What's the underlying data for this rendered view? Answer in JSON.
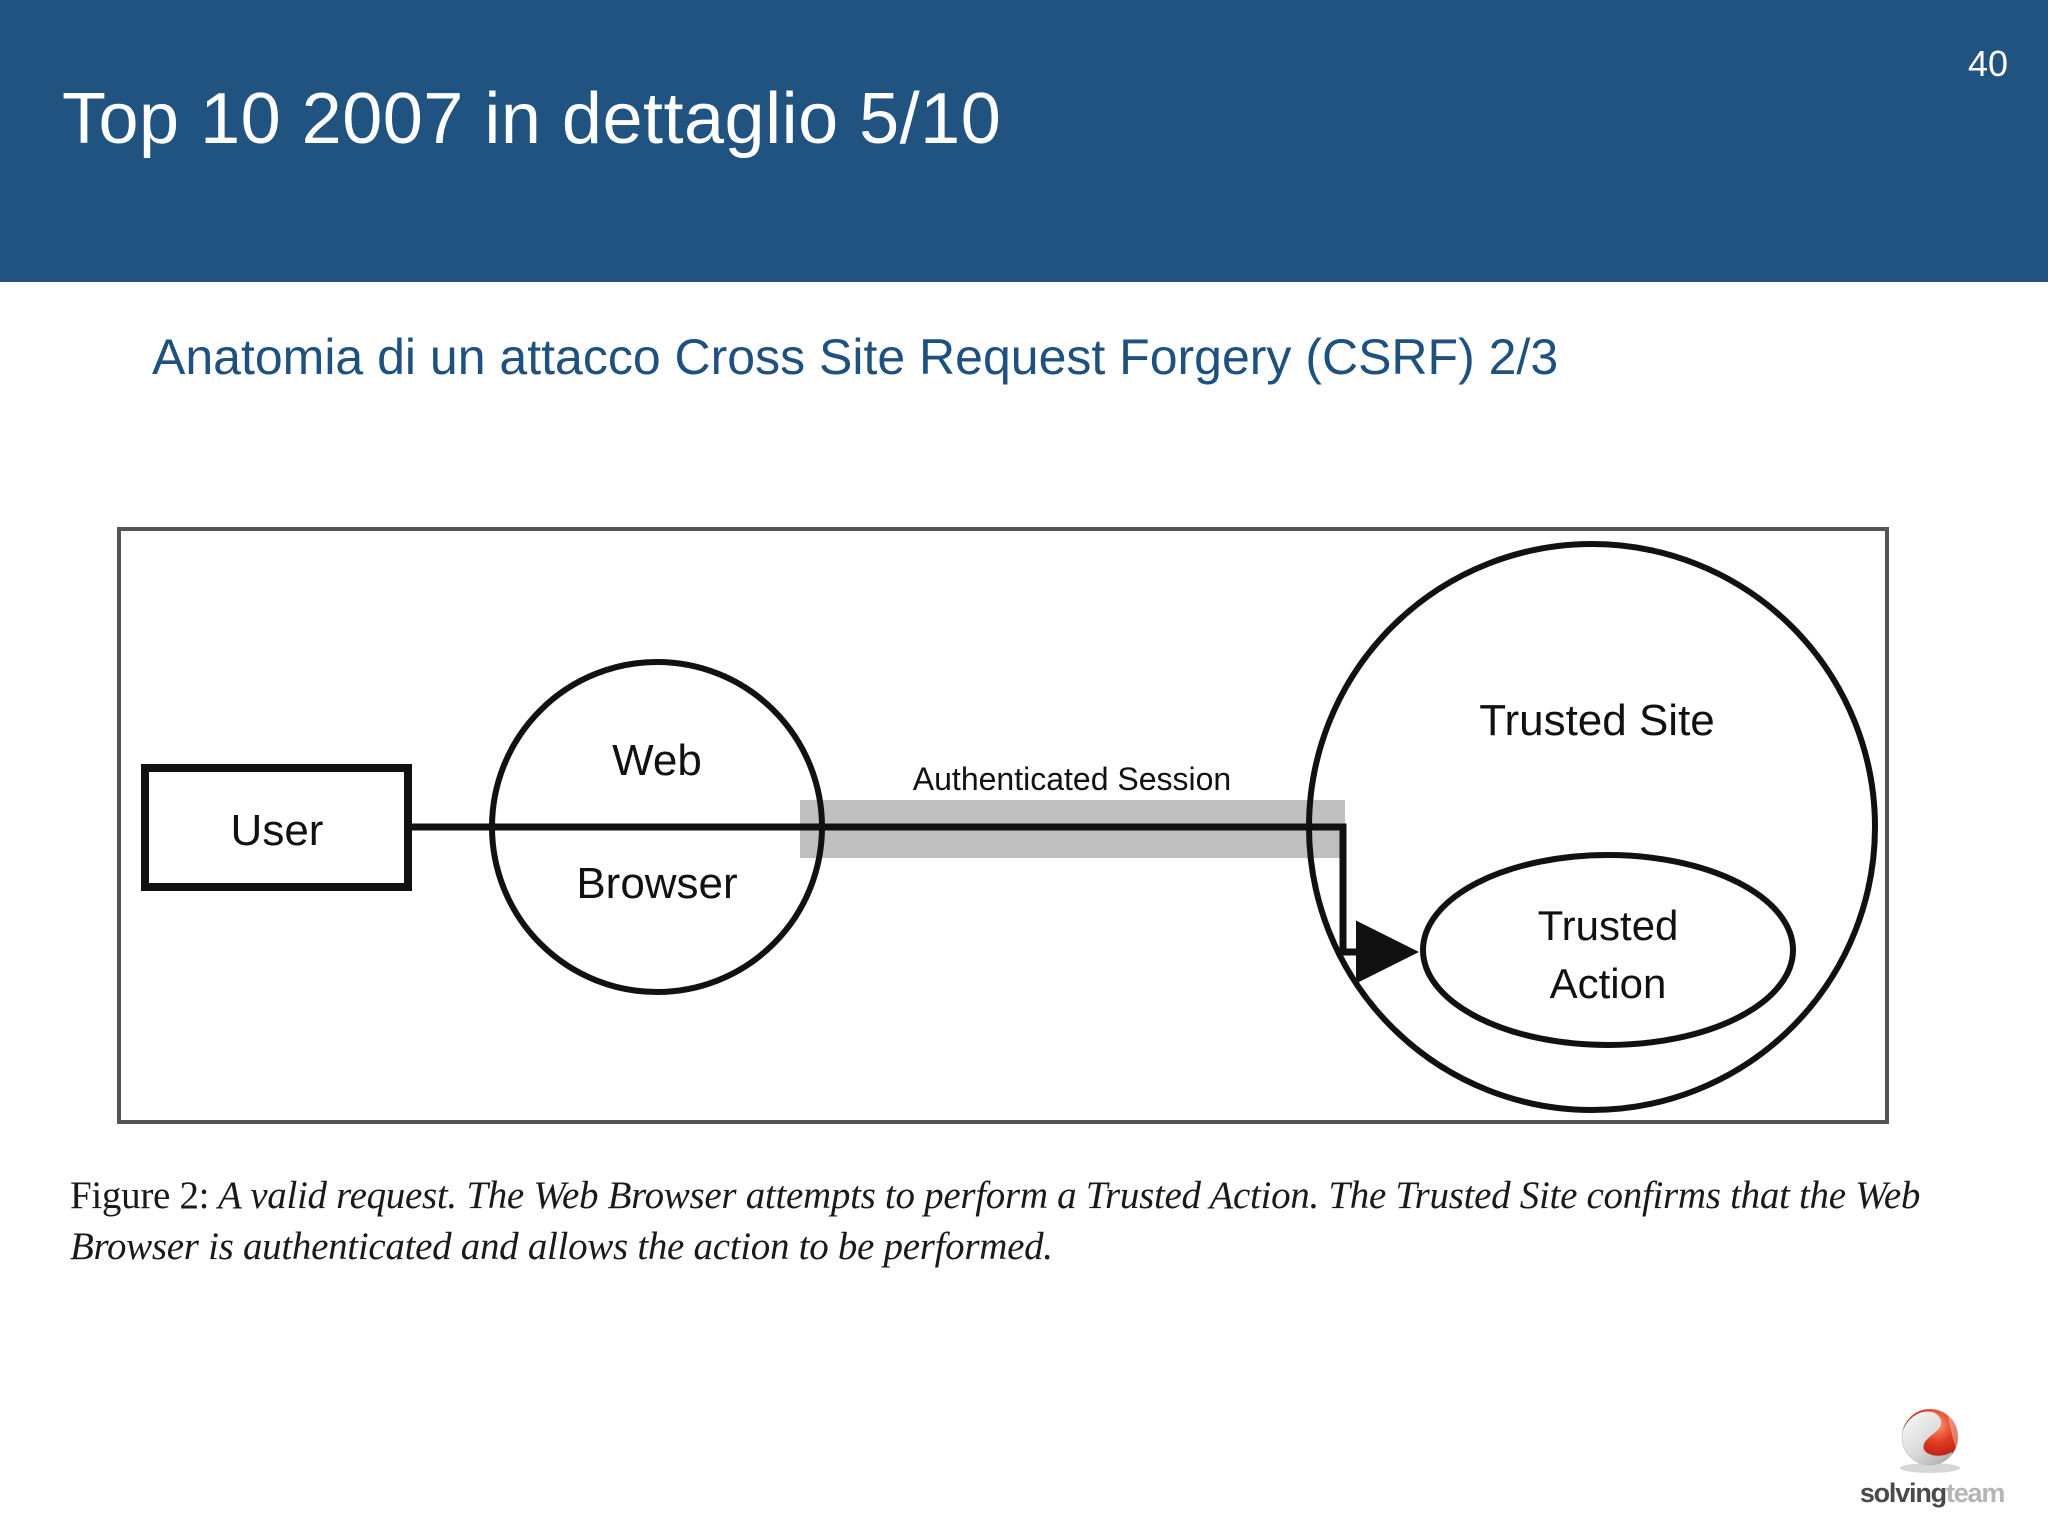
{
  "header": {
    "title": "Top 10 2007 in dettaglio 5/10",
    "slide_number": "40",
    "background_color": "#20537F",
    "text_color": "#FFFFFF"
  },
  "subtitle": {
    "text": "Anatomia di un attacco Cross Site Request Forgery (CSRF) 2/3",
    "color": "#1F5180"
  },
  "figure": {
    "nodes": {
      "user": "User",
      "browser_line1": "Web",
      "browser_line2": "Browser",
      "session_label": "Authenticated Session",
      "trusted_site": "Trusted Site",
      "trusted_action_line1": "Trusted",
      "trusted_action_line2": "Action"
    },
    "session_band_color": "#BFBFBF",
    "stroke_color": "#111111",
    "caption_number": "Figure 2:",
    "caption_text": " A valid request. The Web Browser attempts to perform a Trusted Action. The Trusted Site confirms that the Web Browser is authenticated and allows the action to be performed."
  },
  "logo": {
    "word_primary": "solving",
    "word_secondary": "team",
    "primary_color": "#4A4A4A",
    "secondary_color": "#B5B5B5",
    "mark_color": "#CC2222"
  }
}
